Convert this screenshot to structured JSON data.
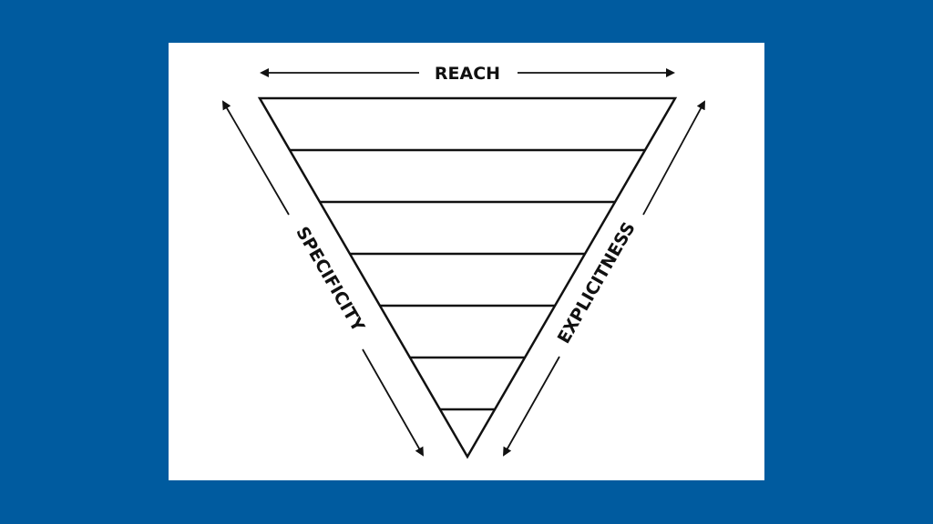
{
  "diagram": {
    "top_label": "REACH",
    "left_label": "SPECIFICITY",
    "right_label": "EXPLICITNESS",
    "layer_count": 7
  },
  "colors": {
    "background": "#005b9f",
    "card": "#ffffff",
    "ink": "#111111"
  }
}
